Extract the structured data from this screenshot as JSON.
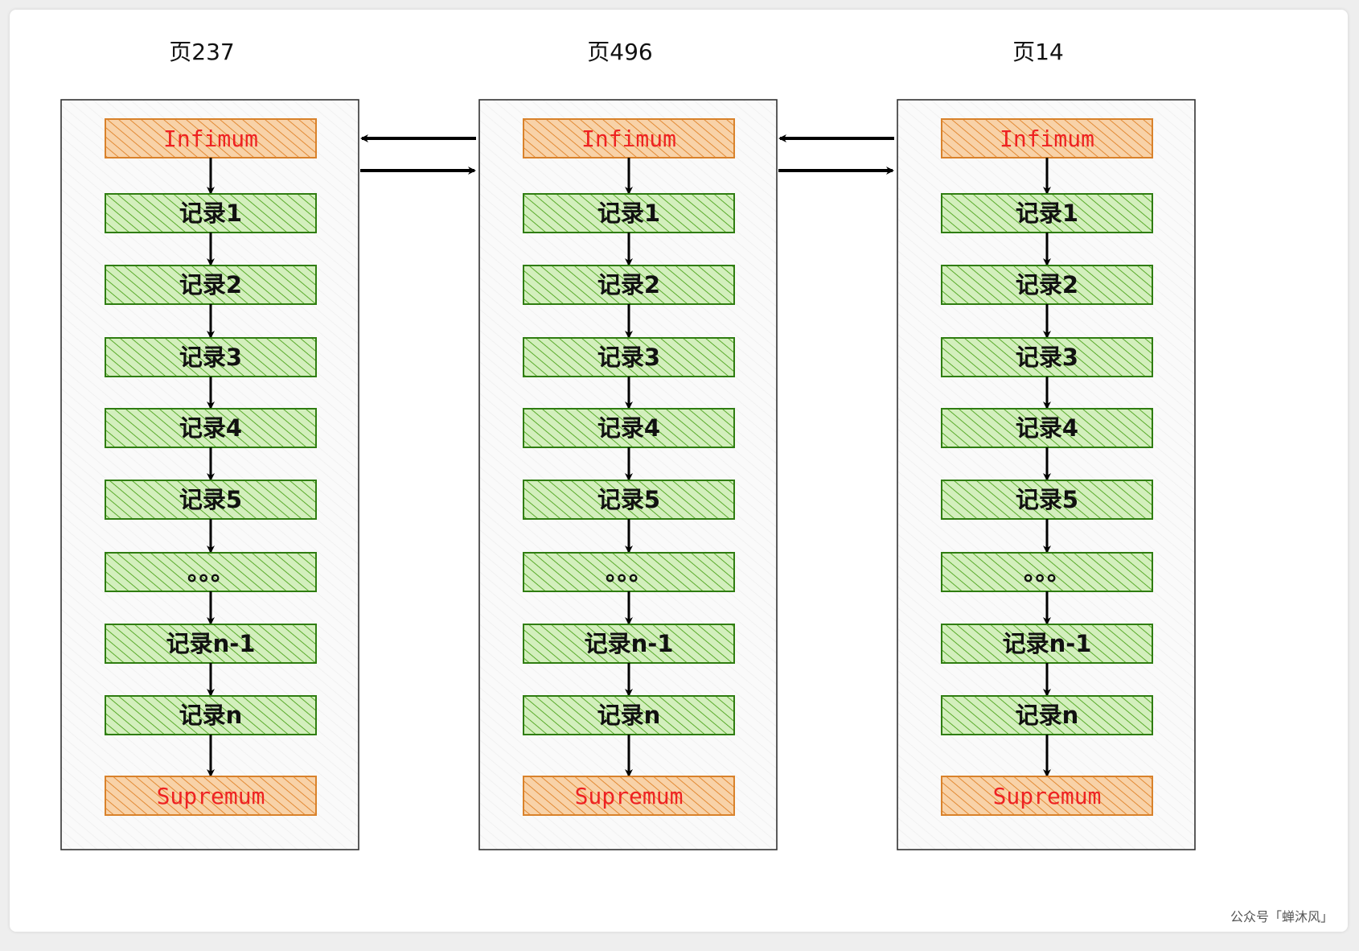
{
  "colors": {
    "boundary_fill": "#f6c896",
    "boundary_stroke": "#d9822b",
    "boundary_text": "#ee2222",
    "record_fill": "#c4e8a6",
    "record_stroke": "#2f7d11",
    "record_text": "#111111",
    "hatch_boundary": "#e28a35",
    "hatch_record": "#5aab2c"
  },
  "pages": [
    {
      "title": "页237",
      "infimum": "Infimum",
      "records": [
        "记录1",
        "记录2",
        "记录3",
        "记录4",
        "记录5",
        "。。。",
        "记录n-1",
        "记录n"
      ],
      "supremum": "Supremum"
    },
    {
      "title": "页496",
      "infimum": "Infimum",
      "records": [
        "记录1",
        "记录2",
        "记录3",
        "记录4",
        "记录5",
        "。。。",
        "记录n-1",
        "记录n"
      ],
      "supremum": "Supremum"
    },
    {
      "title": "页14",
      "infimum": "Infimum",
      "records": [
        "记录1",
        "记录2",
        "记录3",
        "记录4",
        "记录5",
        "。。。",
        "记录n-1",
        "记录n"
      ],
      "supremum": "Supremum"
    }
  ],
  "watermark": "公众号「蝉沐风」"
}
